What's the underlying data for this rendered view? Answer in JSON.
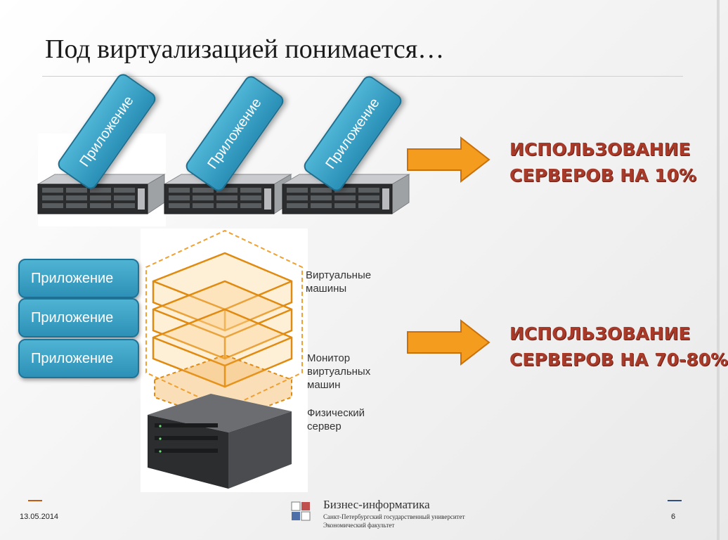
{
  "slide": {
    "title": "Под виртуализацией понимается…",
    "application_label": "Приложение",
    "result_top": [
      "ИСПОЛЬЗОВАНИЕ",
      "СЕРВЕРОВ НА 10%"
    ],
    "result_bottom": [
      "ИСПОЛЬЗОВАНИЕ",
      "СЕРВЕРОВ НА 70-80%"
    ],
    "diagram_labels": {
      "virtual_machines": [
        "Виртуальные",
        "машины"
      ],
      "vm_monitor": [
        "Монитор",
        "виртуальных",
        "машин"
      ],
      "physical_server": [
        "Физический",
        "сервер"
      ]
    }
  },
  "footer": {
    "date": "13.05.2014",
    "page_number": "6",
    "brand_name": "Бизнес-информатика",
    "brand_subtitle": [
      "Санкт-Петербургский государственный университет",
      "Экономический факультет"
    ]
  },
  "colors": {
    "app_blue": "#2a8fb6",
    "arrow_orange": "#f39c1e",
    "result_red": "#a83a2a",
    "vm_orange": "#f0a030"
  },
  "icons": {
    "rack_server": "rack-server-icon",
    "arrow": "arrow-right-icon",
    "tower_server": "tower-server-icon"
  }
}
